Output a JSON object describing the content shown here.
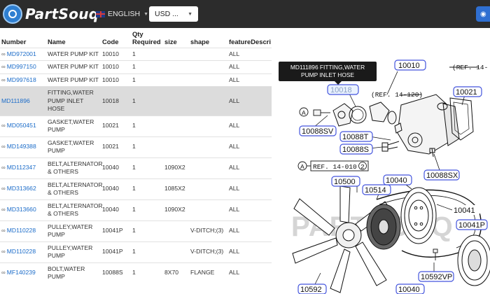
{
  "header": {
    "logo_text": "PartSouq",
    "language": "ENGLISH",
    "currency": "USD ..."
  },
  "table": {
    "columns": [
      "Number",
      "Name",
      "Code",
      "Qty Required",
      "size",
      "shape",
      "featureDescri"
    ],
    "rows": [
      {
        "number": "MD972001",
        "name": "WATER PUMP KIT",
        "code": "10010",
        "qty": "1",
        "size": "",
        "shape": "",
        "feature": "ALL",
        "link": true
      },
      {
        "number": "MD997150",
        "name": "WATER PUMP KIT",
        "code": "10010",
        "qty": "1",
        "size": "",
        "shape": "",
        "feature": "ALL",
        "link": true
      },
      {
        "number": "MD997618",
        "name": "WATER PUMP KIT",
        "code": "10010",
        "qty": "1",
        "size": "",
        "shape": "",
        "feature": "ALL",
        "link": true
      },
      {
        "number": "MD111896",
        "name": "FITTING,WATER PUMP INLET HOSE",
        "code": "10018",
        "qty": "1",
        "size": "",
        "shape": "",
        "feature": "ALL",
        "link": false,
        "highlighted": true
      },
      {
        "number": "MD050451",
        "name": "GASKET,WATER PUMP",
        "code": "10021",
        "qty": "1",
        "size": "",
        "shape": "",
        "feature": "ALL",
        "link": true
      },
      {
        "number": "MD149388",
        "name": "GASKET,WATER PUMP",
        "code": "10021",
        "qty": "1",
        "size": "",
        "shape": "",
        "feature": "ALL",
        "link": true
      },
      {
        "number": "MD112347",
        "name": "BELT,ALTERNATOR & OTHERS",
        "code": "10040",
        "qty": "1",
        "size": "1090X2",
        "shape": "",
        "feature": "ALL",
        "link": true
      },
      {
        "number": "MD313662",
        "name": "BELT,ALTERNATOR & OTHERS",
        "code": "10040",
        "qty": "1",
        "size": "1085X2",
        "shape": "",
        "feature": "ALL",
        "link": true
      },
      {
        "number": "MD313660",
        "name": "BELT,ALTERNATOR & OTHERS",
        "code": "10040",
        "qty": "1",
        "size": "1090X2",
        "shape": "",
        "feature": "ALL",
        "link": true
      },
      {
        "number": "MD110228",
        "name": "PULLEY,WATER PUMP",
        "code": "10041P",
        "qty": "1",
        "size": "",
        "shape": "V-DITCH;(3)",
        "feature": "ALL",
        "link": true
      },
      {
        "number": "MD110228",
        "name": "PULLEY,WATER PUMP",
        "code": "10041P",
        "qty": "1",
        "size": "",
        "shape": "V-DITCH;(3)",
        "feature": "ALL",
        "link": true
      },
      {
        "number": "MF140239",
        "name": "BOLT,WATER PUMP",
        "code": "10088S",
        "qty": "1",
        "size": "8X70",
        "shape": "FLANGE",
        "feature": "ALL",
        "link": true
      }
    ]
  },
  "diagram": {
    "tooltip": "MD111896 FITTING,WATER PUMP INLET HOSE",
    "watermark": "PARTSOUQ",
    "callouts": [
      "10010",
      "10018",
      "10021",
      "10088SV",
      "10088T",
      "10088S",
      "10088SX",
      "10500",
      "10514",
      "10040",
      "10041",
      "10041P",
      "10592VP",
      "10592",
      "10040"
    ],
    "refs": [
      "(REF. 14-",
      "(REF. 14-120)",
      "REF. 14-010",
      "2",
      "A"
    ]
  }
}
